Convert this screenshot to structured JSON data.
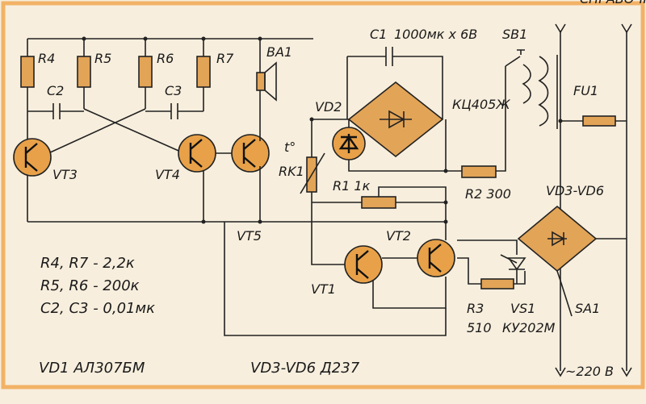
{
  "colors": {
    "background": "#f7eedd",
    "border": "#f2b266",
    "component_fill": "#e2a457",
    "wire": "#222222"
  },
  "top_right_text": "СПРАВОЧНОЕ",
  "labels": {
    "r4": "R4",
    "r5": "R5",
    "r6": "R6",
    "r7": "R7",
    "ba1": "BA1",
    "c1": "C1",
    "c1_value": "1000мк x 6В",
    "sb1": "SB1",
    "c2": "C2",
    "c3": "C3",
    "vt3": "VT3",
    "vt4": "VT4",
    "vt5": "VT5",
    "vd2": "VD2",
    "kc405": "КЦ405Ж",
    "fu1": "FU1",
    "t_deg": "t°",
    "rk1": "RK1",
    "r1": "R1 1к",
    "r2": "R2 300",
    "vd3_vd6": "VD3-VD6",
    "vt2": "VT2",
    "vt1": "VT1",
    "r3": "R3",
    "r3_value": "510",
    "vs1": "VS1",
    "vs1_value": "КУ202М",
    "sa1": "SA1",
    "mains": "~220 В"
  },
  "notes": [
    "R4, R7 - 2,2к",
    "R5, R6 - 200к",
    "C2, C3 - 0,01мк"
  ],
  "footer_notes": {
    "vd1": "VD1  АЛ307БМ",
    "vd3": "VD3-VD6  Д237"
  }
}
